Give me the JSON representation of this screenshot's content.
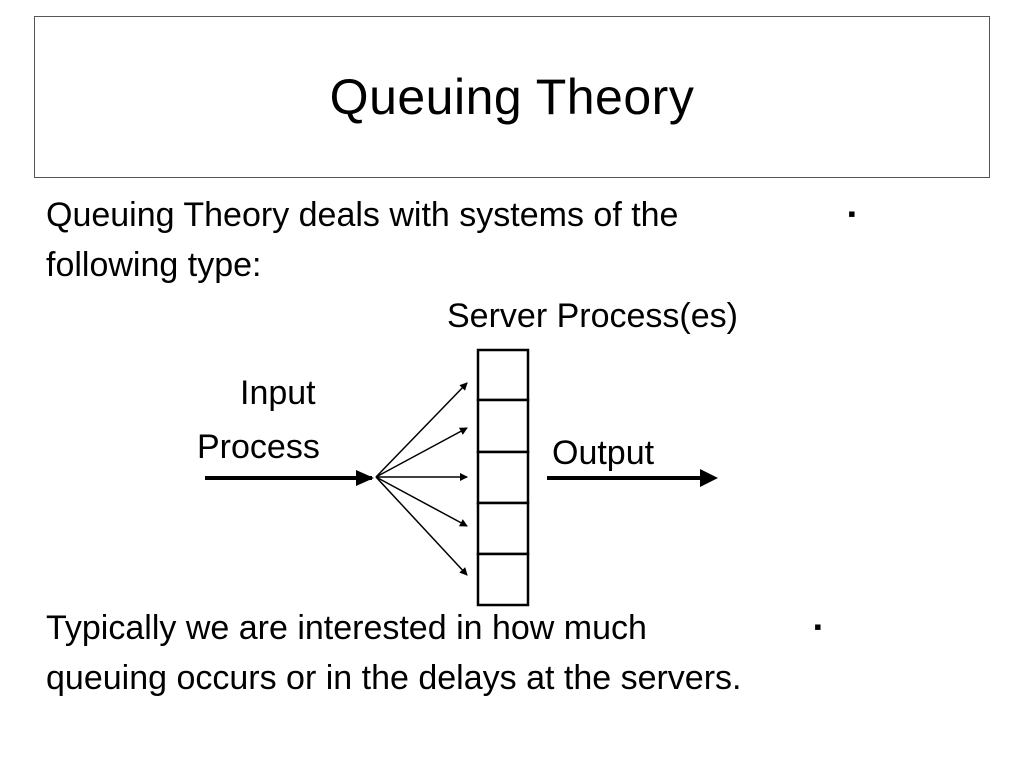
{
  "slide": {
    "title": "Queuing Theory",
    "bullets": [
      {
        "line1": "Queuing Theory deals with systems of the",
        "line2": "following type:",
        "marker": "▪"
      },
      {
        "line1": "Typically we are interested in how much",
        "line2": "queuing occurs or in the delays at the servers.",
        "marker": "▪"
      }
    ]
  },
  "diagram": {
    "server_label": "Server Process(es)",
    "input_label_line1": "Input",
    "input_label_line2": "Process",
    "output_label": "Output",
    "server_slots": 5,
    "fan_arrows": 5,
    "line_color": "#000000"
  }
}
